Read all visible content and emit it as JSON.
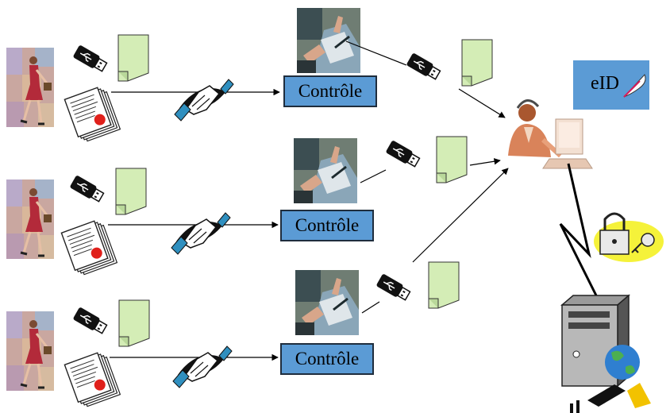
{
  "rows": [
    {
      "control_label": "Contrôle"
    },
    {
      "control_label": "Contrôle"
    },
    {
      "control_label": "Contrôle"
    }
  ],
  "eid": {
    "label": "eID"
  },
  "colors": {
    "box_fill": "#5b9bd5",
    "doc_fill": "#d4edb6",
    "seal_red": "#e0201b",
    "clipart_bg": "#c9a7a0",
    "lock_glow": "#f5f23a",
    "brand_yellow": "#f2c200"
  },
  "icons": [
    "woman-walking-icon",
    "usb-stick-icon",
    "document-icon",
    "paper-stack-icon",
    "handshake-icon",
    "signing-hands-icon",
    "operator-at-computer-icon",
    "padlock-key-icon",
    "server-globe-icon",
    "quill-icon",
    "logo-icon"
  ]
}
